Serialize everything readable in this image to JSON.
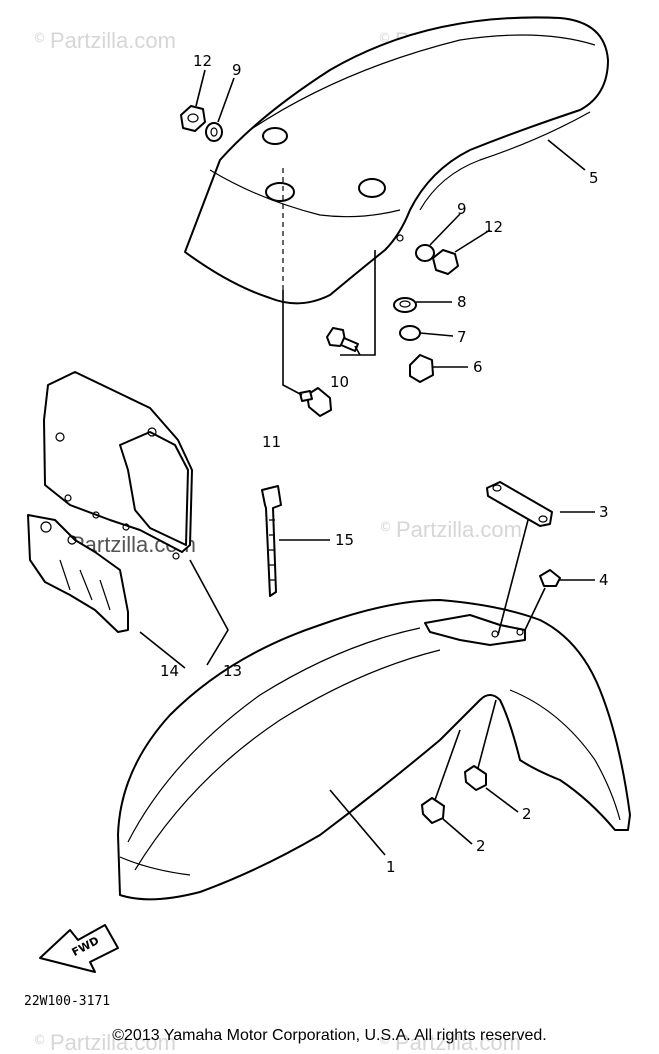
{
  "watermark": {
    "symbol": "©",
    "text": "Partzilla.com"
  },
  "callouts": [
    {
      "id": "c1",
      "label": "1"
    },
    {
      "id": "c2a",
      "label": "2"
    },
    {
      "id": "c2b",
      "label": "2"
    },
    {
      "id": "c3",
      "label": "3"
    },
    {
      "id": "c4",
      "label": "4"
    },
    {
      "id": "c5",
      "label": "5"
    },
    {
      "id": "c6",
      "label": "6"
    },
    {
      "id": "c7",
      "label": "7"
    },
    {
      "id": "c8",
      "label": "8"
    },
    {
      "id": "c9a",
      "label": "9"
    },
    {
      "id": "c9b",
      "label": "9"
    },
    {
      "id": "c10",
      "label": "10"
    },
    {
      "id": "c11",
      "label": "11"
    },
    {
      "id": "c12a",
      "label": "12"
    },
    {
      "id": "c12b",
      "label": "12"
    },
    {
      "id": "c13",
      "label": "13"
    },
    {
      "id": "c14",
      "label": "14"
    },
    {
      "id": "c15",
      "label": "15"
    }
  ],
  "fwd_label": "FWD",
  "diagram_code": "22W100-3171",
  "copyright": "©2013 Yamaha Motor Corporation, U.S.A. All rights reserved."
}
